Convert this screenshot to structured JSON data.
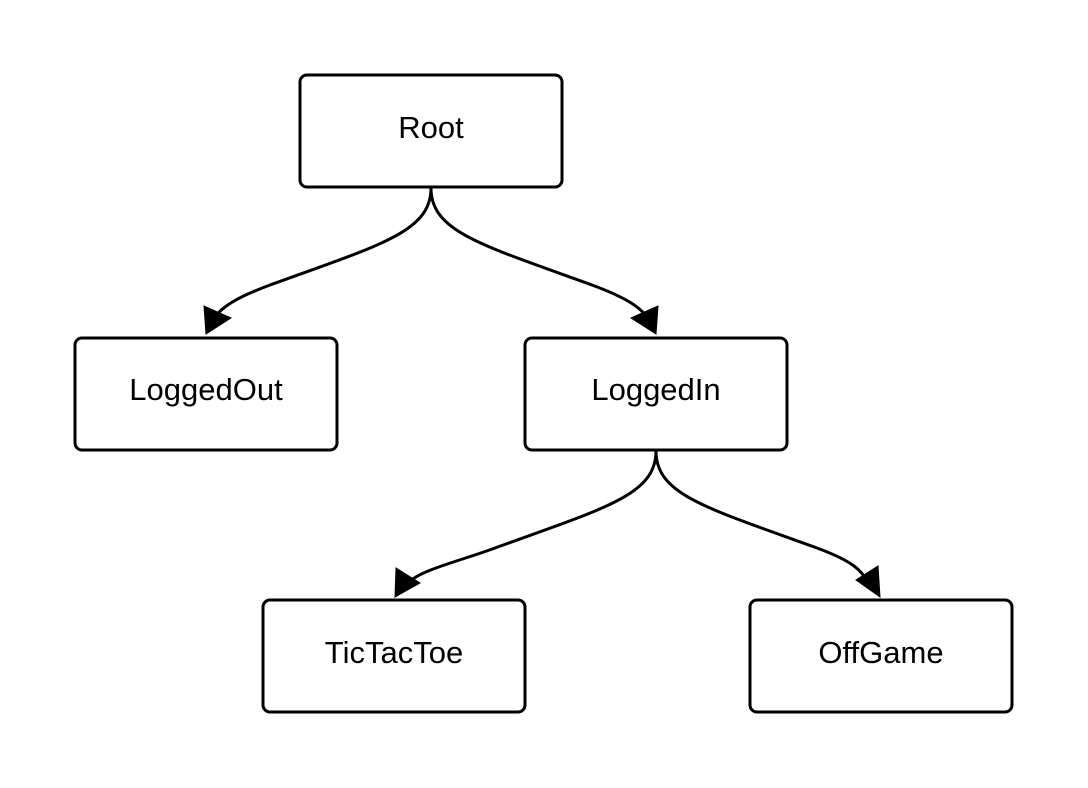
{
  "diagram": {
    "nodes": [
      {
        "id": "root",
        "label": "Root"
      },
      {
        "id": "loggedout",
        "label": "LoggedOut"
      },
      {
        "id": "loggedin",
        "label": "LoggedIn"
      },
      {
        "id": "tictactoe",
        "label": "TicTacToe"
      },
      {
        "id": "offgame",
        "label": "OffGame"
      }
    ],
    "edges": [
      {
        "from": "root",
        "to": "loggedout"
      },
      {
        "from": "root",
        "to": "loggedin"
      },
      {
        "from": "loggedin",
        "to": "tictactoe"
      },
      {
        "from": "loggedin",
        "to": "offgame"
      }
    ],
    "colors": {
      "stroke": "#000000",
      "fill": "#ffffff",
      "background": "#ffffff"
    }
  }
}
